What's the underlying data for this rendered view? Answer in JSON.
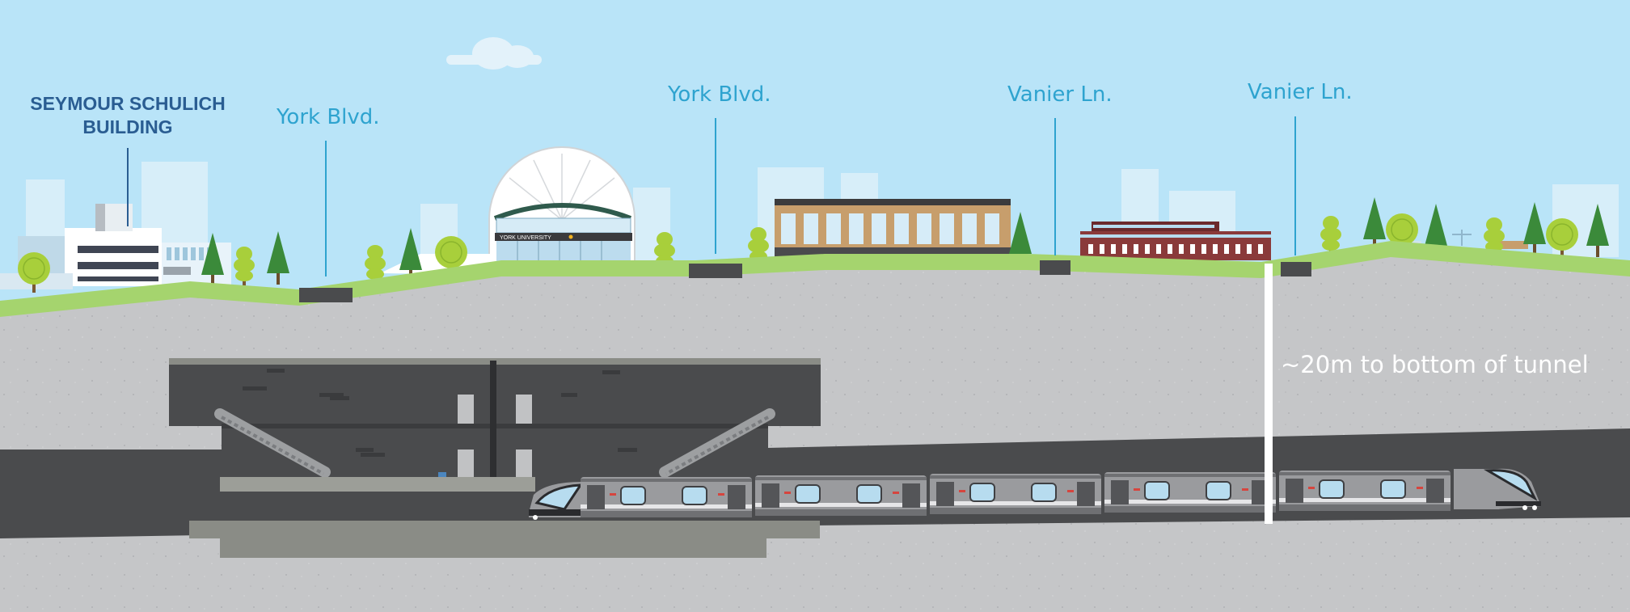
{
  "labels": {
    "building_line1": "SEYMOUR SCHULICH",
    "building_line2": "BUILDING",
    "street_1": "York Blvd.",
    "street_2": "York Blvd.",
    "street_3": "Vanier Ln.",
    "street_4": "Vanier Ln.",
    "depth_note": "~20m to bottom of tunnel",
    "stadium_sign": "YORK UNIVERSITY"
  },
  "colors": {
    "sky": "#b9e4f8",
    "grass": "#a5d46e",
    "ground": "#c5c6c8",
    "tunnel": "#4a4b4d",
    "platform": "#8a8c86",
    "street_label": "#2ea3cf",
    "building_label": "#2a5d92"
  },
  "icons": [
    "cloud-icon",
    "tree-icon",
    "escalator-icon",
    "train-icon"
  ]
}
